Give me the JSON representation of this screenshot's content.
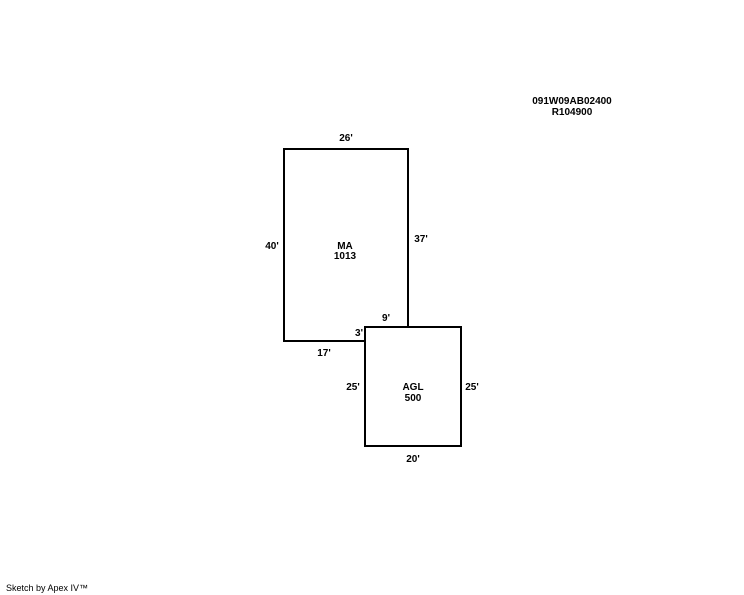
{
  "parcel": {
    "map_number": "091W09AB02400",
    "account": "R104900"
  },
  "areas": [
    {
      "code": "MA",
      "sqft": "1013",
      "dimensions": {
        "top": "26'",
        "left": "40'",
        "right": "37'",
        "bottom": "17'",
        "step_top": "9'",
        "step_side": "3'"
      }
    },
    {
      "code": "AGL",
      "sqft": "500",
      "dimensions": {
        "left": "25'",
        "right": "25'",
        "bottom": "20'"
      }
    }
  ],
  "footer": "Sketch by Apex IV™"
}
